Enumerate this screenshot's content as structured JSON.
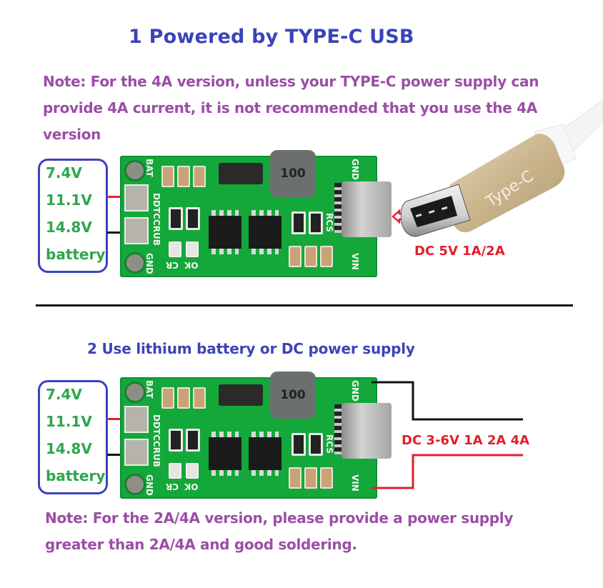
{
  "section1": {
    "title": "1 Powered by TYPE-C USB",
    "note_lines": [
      "Note: For the 4A version, unless your TYPE-C power supply can",
      "provide 4A current, it is not recommended that you use the 4A",
      "version"
    ],
    "battery_box": [
      "7.4V",
      "11.1V",
      "14.8V",
      "battery"
    ],
    "cable_label": "Type-C",
    "input_label": "DC 5V 1A/2A"
  },
  "section2": {
    "title": "2 Use lithium battery or DC power supply",
    "battery_box": [
      "7.4V",
      "11.1V",
      "14.8V",
      "battery"
    ],
    "input_label": "DC 3-6V 1A 2A 4A",
    "note_lines": [
      "Note: For the 2A/4A version, please provide a power supply",
      "greater than 2A/4A and good soldering."
    ]
  },
  "pcb": {
    "silk_bat": "BAT",
    "silk_ddtccrub": "DDTCCRUB",
    "silk_gnd_left": "GND",
    "silk_cr": "CR",
    "silk_ok": "OK",
    "silk_rcs": "RCS",
    "silk_gnd_right": "GND",
    "silk_vin": "VIN",
    "inductor_marking": "100"
  },
  "colors": {
    "heading": "#3a44b8",
    "note": "#9b4ea6",
    "voltage_text": "#2fa64d",
    "box_border": "#3b43c0",
    "dc_label": "#e0202c",
    "pcb_green": "#14a83a"
  }
}
